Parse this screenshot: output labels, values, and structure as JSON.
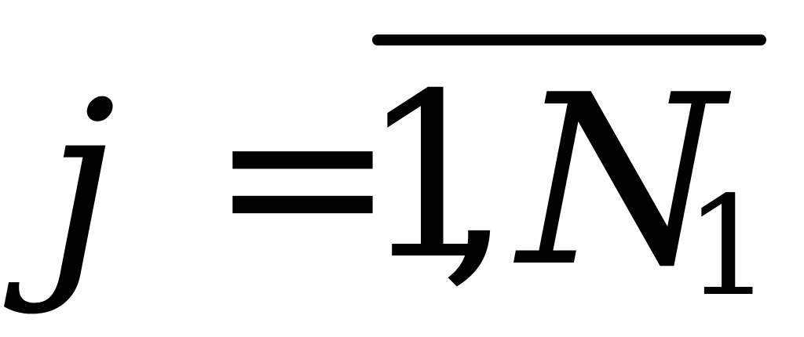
{
  "formula": {
    "variable": "j",
    "equals": "=",
    "range_start": "1",
    "separator": ",",
    "range_end_symbol": "N",
    "range_end_subscript": "1"
  },
  "colors": {
    "ink": "#000000",
    "background": "#ffffff"
  }
}
